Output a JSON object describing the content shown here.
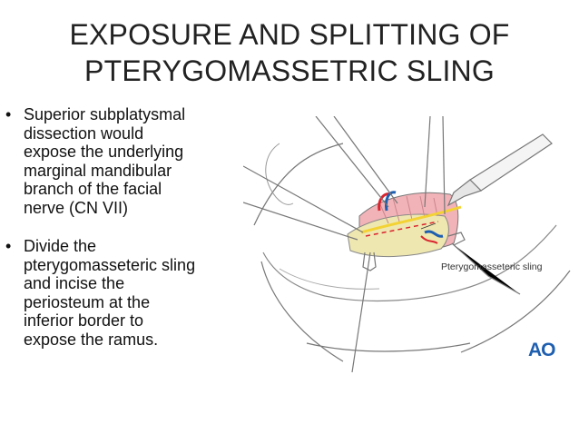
{
  "slide": {
    "title_lines": [
      "EXPOSURE AND SPLITTING OF",
      "PTERYGOMASSETRIC SLING"
    ],
    "bullets": [
      {
        "marker": "•",
        "lines": [
          "Superior subplatysmal",
          "dissection would",
          "expose the underlying",
          "marginal mandibular",
          "branch of the facial",
          "nerve (CN VII)"
        ]
      },
      {
        "marker": "•",
        "lines": [
          "Divide the",
          "pterygomasseteric sling",
          "and incise the",
          "periosteum at the",
          "inferior border to",
          "expose the ramus."
        ]
      }
    ],
    "figure": {
      "label": "Pterygomasseteric sling",
      "logo": "AO",
      "colors": {
        "tissue": "#f2b3b8",
        "bone": "#efe7b0",
        "nerve_yellow": "#f3d234",
        "vessel_red": "#d9252f",
        "vessel_blue": "#1f5fb0",
        "outline": "#666666"
      }
    }
  }
}
